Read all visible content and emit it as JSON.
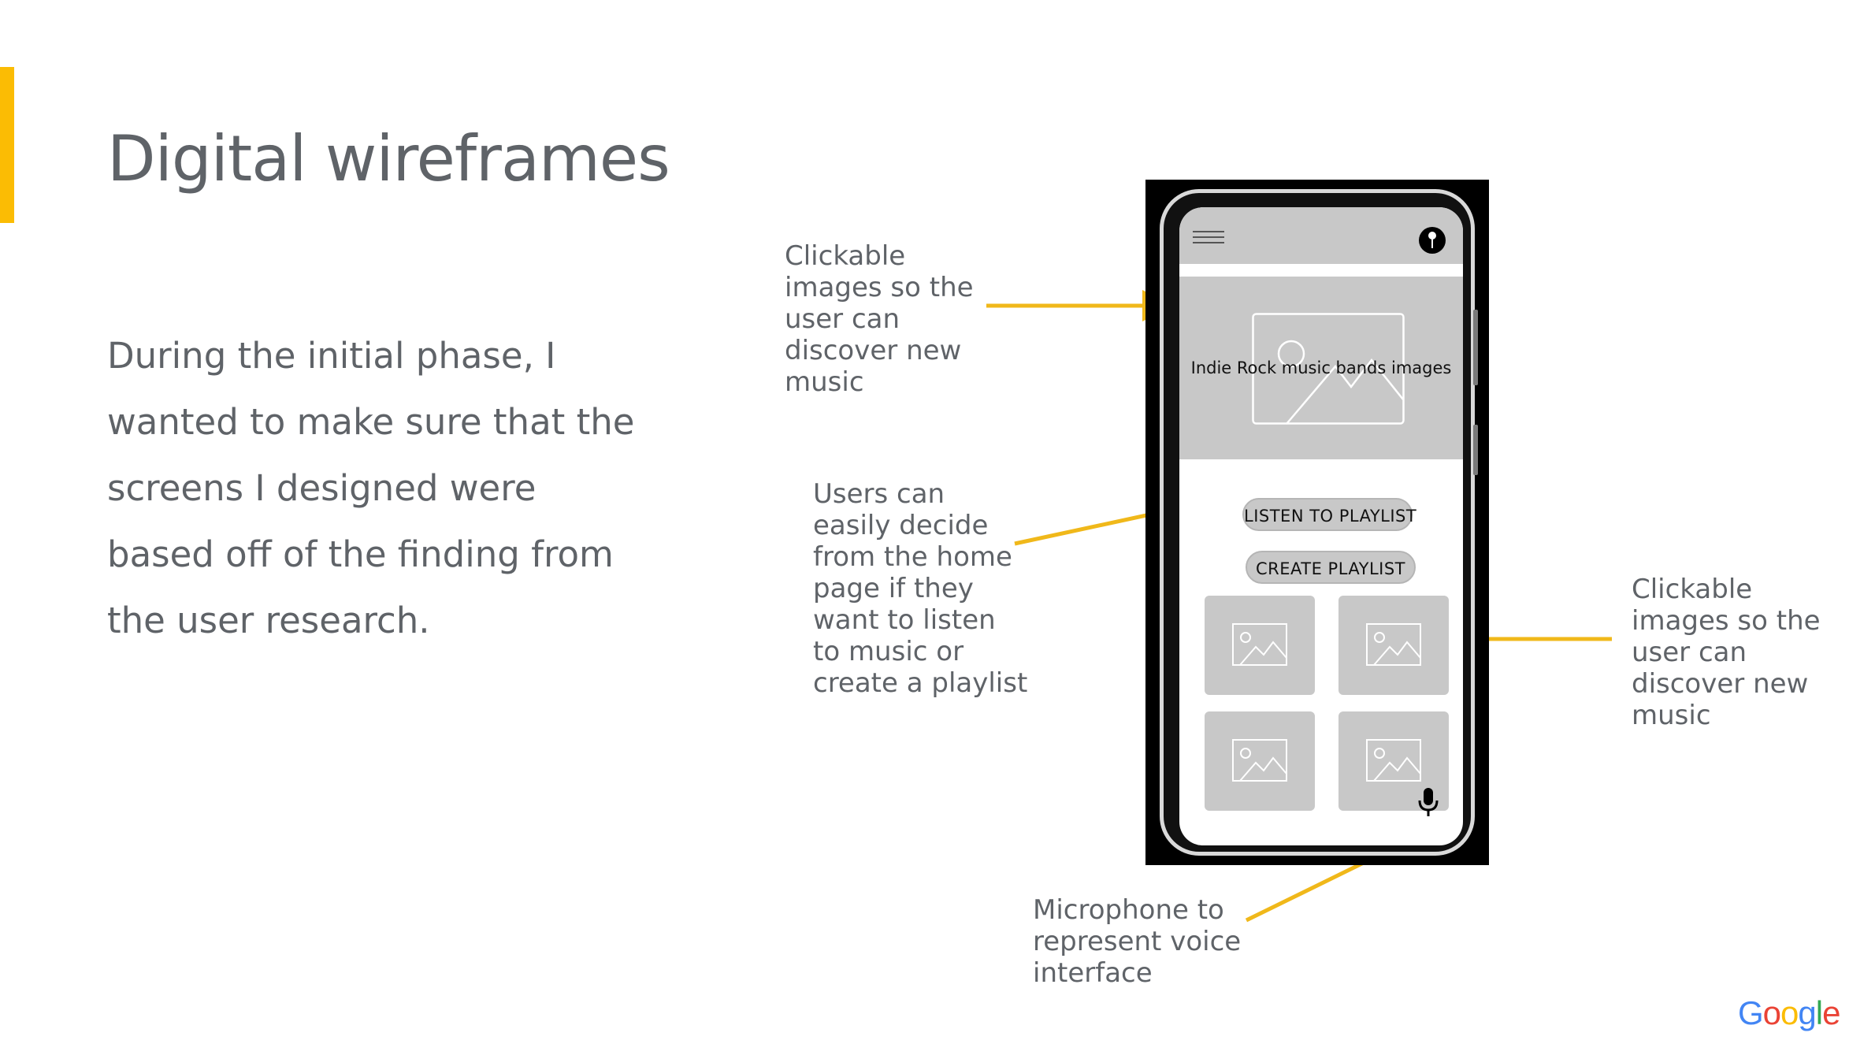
{
  "slide": {
    "title": "Digital wireframes",
    "body": "During the initial phase, I wanted to make sure that the screens I designed were based off of the finding from the user research.",
    "accent_color": "#fbbc04",
    "arrow_color": "#f0b81a"
  },
  "annotations": [
    "Clickable\nimages so the\nuser can\ndiscover new\nmusic",
    "Users can\neasily decide\nfrom the home\npage if they\nwant to listen\nto music or\ncreate a playlist",
    "Clickable\nimages so the\nuser can\ndiscover new\nmusic",
    "Microphone to\nrepresent voice\ninterface"
  ],
  "wireframe": {
    "menu_icon": "hamburger-menu-icon",
    "profile_icon": "profile-icon",
    "hero_label": "Indie Rock music bands images",
    "hero_icon": "image-placeholder-icon",
    "listen_button": "LISTEN TO PLAYLIST",
    "create_button": "CREATE PLAYLIST",
    "tile_icon": "image-placeholder-icon",
    "mic_icon": "microphone-icon"
  },
  "branding": {
    "logo_letters": [
      "G",
      "o",
      "o",
      "g",
      "l",
      "e"
    ],
    "logo_colors": [
      "#4285f4",
      "#ea4335",
      "#fbbc05",
      "#4285f4",
      "#34a853",
      "#ea4335"
    ]
  }
}
